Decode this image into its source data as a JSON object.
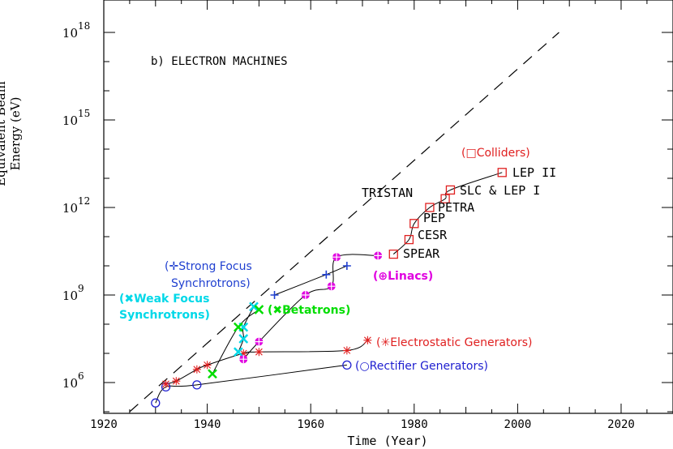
{
  "chart_data": {
    "type": "scatter",
    "title": "b) ELECTRON MACHINES",
    "xlabel": "Time (Year)",
    "ylabel": "Equivalent Beam Energy (eV)",
    "xlim": [
      1920,
      2030
    ],
    "ylim_log10": [
      4.9,
      19.0
    ],
    "log_y": true,
    "x_ticks": [
      "1920",
      "1940",
      "1960",
      "1980",
      "2000",
      "2020"
    ],
    "y_ticks": [
      {
        "base": "10",
        "exp": "6"
      },
      {
        "base": "10",
        "exp": "9"
      },
      {
        "base": "10",
        "exp": "12"
      },
      {
        "base": "10",
        "exp": "15"
      },
      {
        "base": "10",
        "exp": "18"
      }
    ],
    "trend_line": {
      "style": "dashed",
      "x": [
        1925,
        2008
      ],
      "log10_y": [
        5.0,
        18.0
      ]
    },
    "series": [
      {
        "name": "Rectifier Generators",
        "label": "(○Rectifier Generators)",
        "color": "#2020d0",
        "marker": "circle",
        "x": [
          1930,
          1932,
          1938,
          1967
        ],
        "log10_y": [
          5.3,
          5.85,
          5.92,
          6.6
        ]
      },
      {
        "name": "Electrostatic Generators",
        "label": "(✳Electrostatic Generators)",
        "color": "#e02020",
        "marker": "asterisk",
        "x": [
          1932,
          1934,
          1938,
          1940,
          1947,
          1950,
          1967,
          1971
        ],
        "log10_y": [
          5.95,
          6.05,
          6.45,
          6.6,
          7.0,
          7.05,
          7.1,
          7.45
        ]
      },
      {
        "name": "Weak Focus Synchrotrons",
        "label_lines": [
          "(✖Weak Focus",
          "Synchrotrons)"
        ],
        "color": "#00d8e8",
        "marker": "x",
        "x": [
          1946,
          1947,
          1947,
          1949
        ],
        "log10_y": [
          7.05,
          7.5,
          7.9,
          8.6
        ]
      },
      {
        "name": "Betatrons",
        "label": "(✖Betatrons)",
        "color": "#00dd00",
        "marker": "x",
        "x": [
          1941,
          1946,
          1950
        ],
        "log10_y": [
          6.3,
          7.9,
          8.5
        ]
      },
      {
        "name": "Linacs",
        "label": "(⊕Linacs)",
        "color": "#e000e0",
        "marker": "circle-plus",
        "x": [
          1947,
          1950,
          1959,
          1964,
          1965,
          1973
        ],
        "log10_y": [
          6.8,
          7.4,
          9.0,
          9.3,
          10.3,
          10.35
        ]
      },
      {
        "name": "Strong Focus Synchrotrons",
        "label_lines": [
          "(✛Strong Focus",
          "Synchrotrons)"
        ],
        "color": "#2040d0",
        "marker": "cross",
        "x": [
          1953,
          1963,
          1967
        ],
        "log10_y": [
          9.0,
          9.7,
          10.0
        ]
      },
      {
        "name": "Colliders",
        "label": "(□Colliders)",
        "color": "#e02020",
        "marker": "square",
        "x": [
          1976,
          1979,
          1980,
          1983,
          1986,
          1987,
          1997
        ],
        "log10_y": [
          10.4,
          10.9,
          11.45,
          12.0,
          12.3,
          12.6,
          13.2
        ]
      }
    ],
    "machine_labels": [
      "SPEAR",
      "CESR",
      "PEP",
      "PETRA",
      "SLC & LEP I",
      "LEP II",
      "TRISTAN"
    ]
  }
}
